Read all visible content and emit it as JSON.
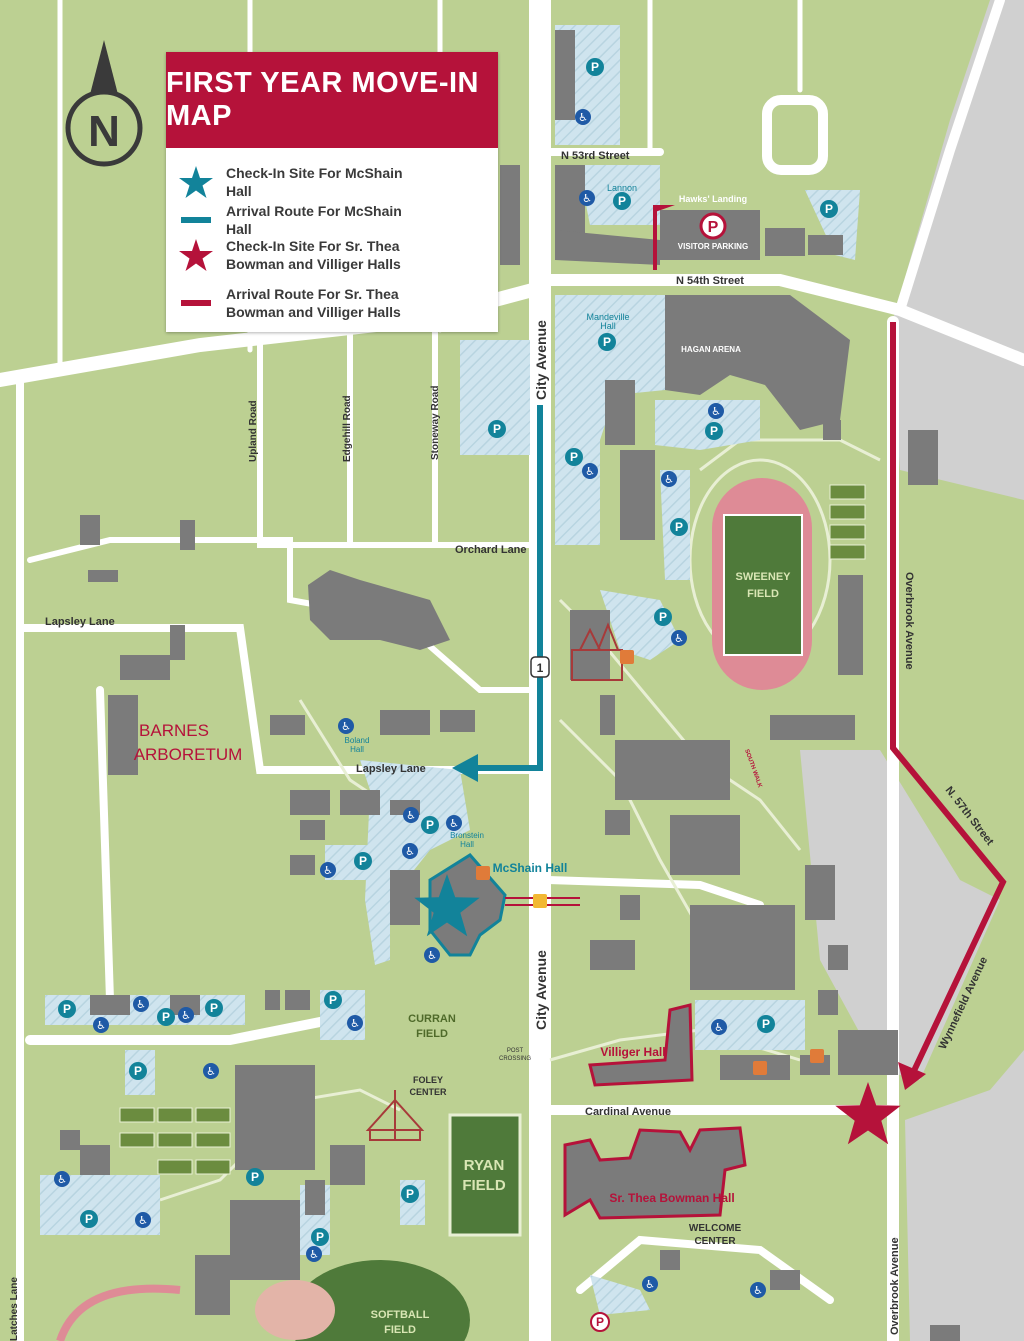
{
  "legend": {
    "title": "FIRST YEAR MOVE-IN MAP",
    "items": [
      {
        "symbol": "star",
        "color": "#12839a",
        "label": "Check-In Site For McShain Hall"
      },
      {
        "symbol": "line",
        "color": "#12839a",
        "label": "Arrival Route For McShain Hall"
      },
      {
        "symbol": "star",
        "color": "#b5123a",
        "label": "Check-In Site For Sr. Thea Bowman and Villiger Halls"
      },
      {
        "symbol": "line",
        "color": "#b5123a",
        "label": "Arrival Route For Sr. Thea Bowman and Villiger Halls"
      }
    ]
  },
  "compass": {
    "label": "N"
  },
  "streets": {
    "n53": "N 53rd Street",
    "n54": "N 54th Street",
    "city_avenue": "City Avenue",
    "city_avenue_south": "City Avenue",
    "overbrook_north": "Overbrook Avenue",
    "overbrook_south": "Overbrook Avenue",
    "n57": "N. 57th Street",
    "wynnefield": "Wynnefield Avenue",
    "upland": "Upland Road",
    "edgehill": "Edgehill Road",
    "stoneway": "Stoneway Road",
    "orchard": "Orchard Lane",
    "lapsley_west": "Lapsley Lane",
    "lapsley_east": "Lapsley Lane",
    "cardinal": "Cardinal Avenue",
    "latches": "Latches Lane",
    "south_walk": "SOUTH WALK"
  },
  "places": {
    "lannon": "Lannon",
    "hawks_landing": "Hawks' Landing",
    "visitor_parking": "VISITOR PARKING",
    "mandeville_1": "Mandeville",
    "mandeville_2": "Hall",
    "hagan": "HAGAN ARENA",
    "sweeney_1": "SWEENEY",
    "sweeney_2": "FIELD",
    "barnes_1": "BARNES",
    "barnes_2": "ARBORETUM",
    "boland_1": "Boland",
    "boland_2": "Hall",
    "bronstein_1": "Bronstein",
    "bronstein_2": "Hall",
    "mcshain": "McShain Hall",
    "curran_1": "CURRAN",
    "curran_2": "FIELD",
    "post_crossing_1": "POST",
    "post_crossing_2": "CROSSING",
    "villiger": "Villiger Hall",
    "foley_1": "FOLEY",
    "foley_2": "CENTER",
    "ryan_1": "RYAN",
    "ryan_2": "FIELD",
    "bowman": "Sr. Thea Bowman Hall",
    "welcome_1": "WELCOME",
    "welcome_2": "CENTER",
    "softball_1": "SOFTBALL",
    "softball_2": "FIELD"
  },
  "route_shield": "1",
  "icons": {
    "parking": "P",
    "accessible": "accessible-icon",
    "dining": "dining-icon",
    "crosswalk": "pedestrian-icon"
  },
  "colors": {
    "grass": "#bcd092",
    "road": "#ffffff",
    "building": "#7b7b7b",
    "parking": "#cfe4ee",
    "teal": "#12839a",
    "crimson": "#b5123a",
    "track": "#de8b96",
    "field": "#4f7a3a",
    "plaza": "#d9e6b4",
    "gray_area": "#d0d0d0"
  }
}
